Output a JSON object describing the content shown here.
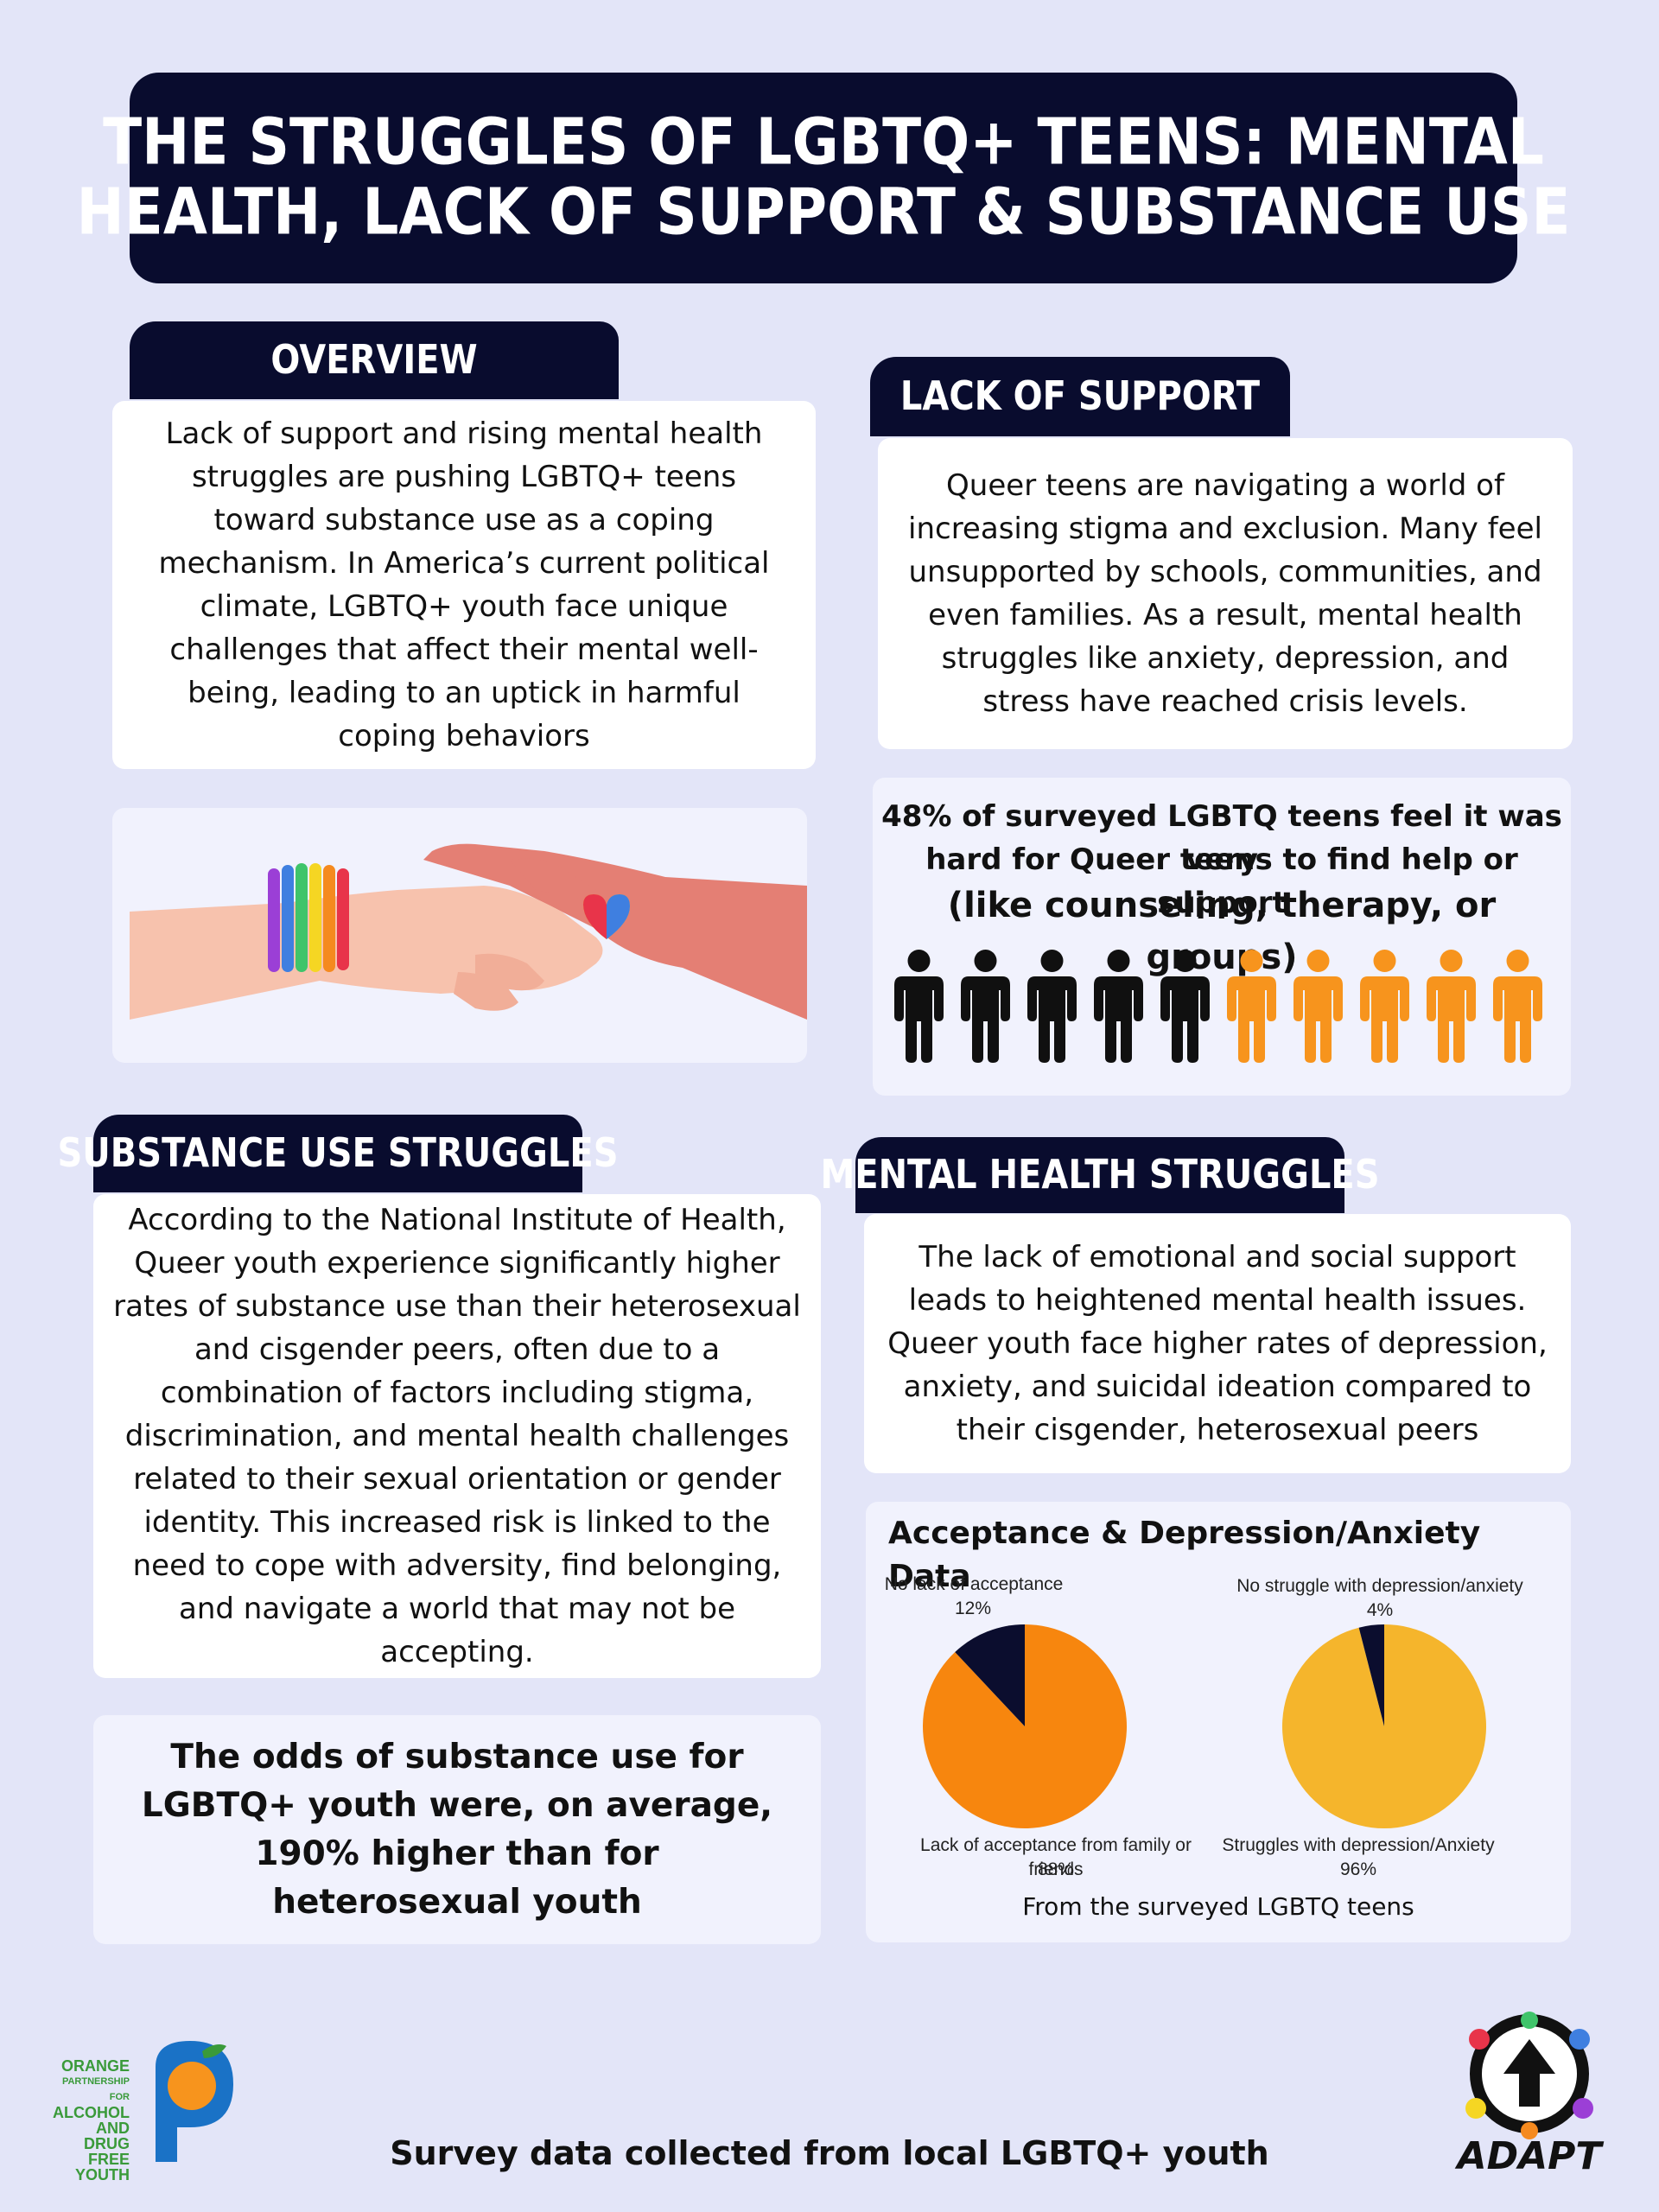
{
  "title": {
    "line1": "THE STRUGGLES OF LGBTQ+ TEENS: MENTAL",
    "line2": "HEALTH, LACK OF SUPPORT & SUBSTANCE USE"
  },
  "overview": {
    "heading": "OVERVIEW",
    "text": "Lack of support and rising mental health struggles are pushing LGBTQ+ teens toward substance use as a coping mechanism. In America’s current political climate, LGBTQ+ youth face unique challenges that affect their mental well-being, leading to an uptick in harmful coping behaviors"
  },
  "lack_of_support": {
    "heading": "LACK OF SUPPORT",
    "text": "Queer teens are navigating a world of increasing stigma and exclusion. Many feel unsupported by schools, communities, and even families. As a result, mental health struggles like anxiety, depression, and stress have reached crisis levels."
  },
  "support_stat": {
    "line1": "48% of surveyed LGBTQ teens feel it was very",
    "line2": "hard for Queer teens to find help or support",
    "line3": "(like counseling, therapy, or groups)",
    "people_total": 10,
    "people_highlighted": 5,
    "highlight_color": "#101010",
    "rest_color": "#f7941d"
  },
  "substance_use": {
    "heading": "SUBSTANCE USE STRUGGLES",
    "text": "According to the National Institute of Health, Queer youth experience significantly higher rates of substance use than their heterosexual and cisgender peers, often due to a combination of factors including stigma, discrimination, and mental health challenges related to their sexual orientation or gender identity. This increased risk is linked to the need to cope with adversity, find belonging, and navigate a world that may not be accepting."
  },
  "odds_stat": {
    "text": "The odds of substance use for LGBTQ+ youth were, on average, 190% higher than for heterosexual youth"
  },
  "mental_health": {
    "heading": "MENTAL HEALTH STRUGGLES",
    "text": "The lack of emotional and social support leads to heightened mental health issues. Queer youth face higher rates of depression, anxiety, and suicidal ideation compared to their cisgender, heterosexual peers"
  },
  "chart_panel": {
    "caption": "From the surveyed LGBTQ teens"
  },
  "chart_data": [
    {
      "type": "pie",
      "title": "Acceptance & Depression/Anxiety Data",
      "slices": [
        {
          "label": "Lack of acceptance from family or friends",
          "pct_label": "88%",
          "value": 88,
          "color": "#f7860e"
        },
        {
          "label": "No lack of acceptance",
          "pct_label": "12%",
          "value": 12,
          "color": "#0b0d2e"
        }
      ]
    },
    {
      "type": "pie",
      "title": "",
      "slices": [
        {
          "label": "Struggles with depression/Anxiety",
          "pct_label": "96%",
          "value": 96,
          "color": "#f5b52c"
        },
        {
          "label": "No struggle with depression/anxiety",
          "pct_label": "4%",
          "value": 4,
          "color": "#0b0d2e"
        }
      ]
    }
  ],
  "logos": {
    "left_line1": "ORANGE",
    "left_line2": "PARTNERSHIP FOR",
    "left_line3": "ALCOHOL",
    "left_line4": "AND",
    "left_line5": "DRUG",
    "left_line6": "FREE",
    "left_line7": "YOUTH",
    "right_text": "ADAPT"
  },
  "footer": {
    "text": "Survey data collected from local LGBTQ+ youth"
  }
}
